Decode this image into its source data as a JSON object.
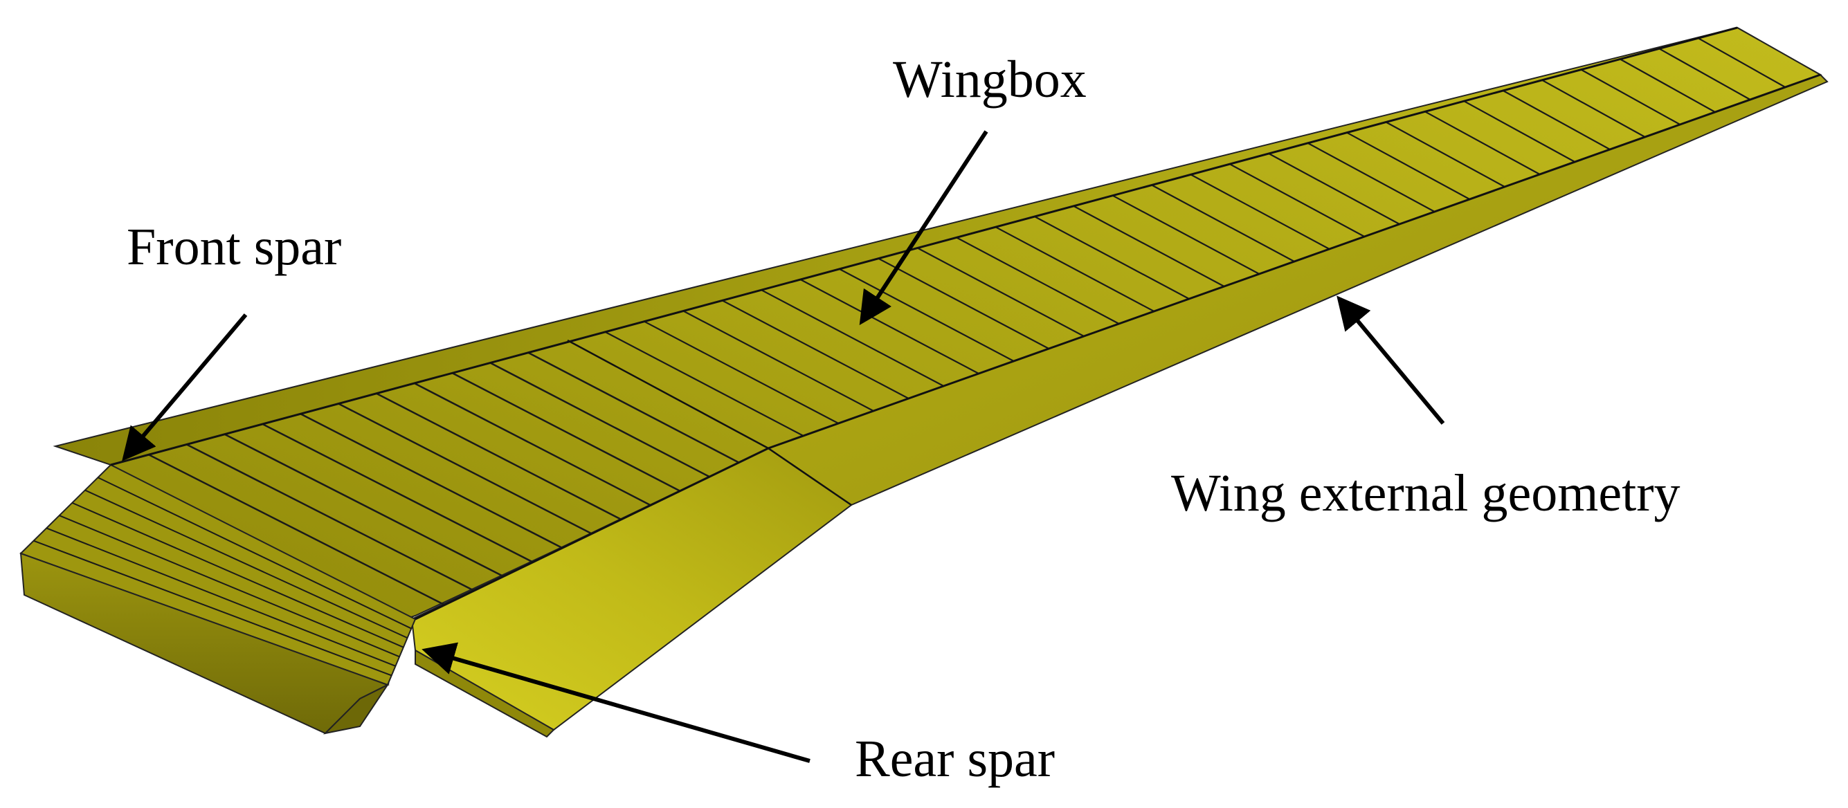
{
  "labels": {
    "wingbox": "Wingbox",
    "front_spar": "Front spar",
    "wing_external_geometry": "Wing external geometry",
    "rear_spar": "Rear spar"
  },
  "colors": {
    "wing_light": "#c9c21a",
    "wing_base": "#aaa312",
    "wing_dark": "#7d770a",
    "line": "#111111",
    "arrow": "#000000"
  }
}
